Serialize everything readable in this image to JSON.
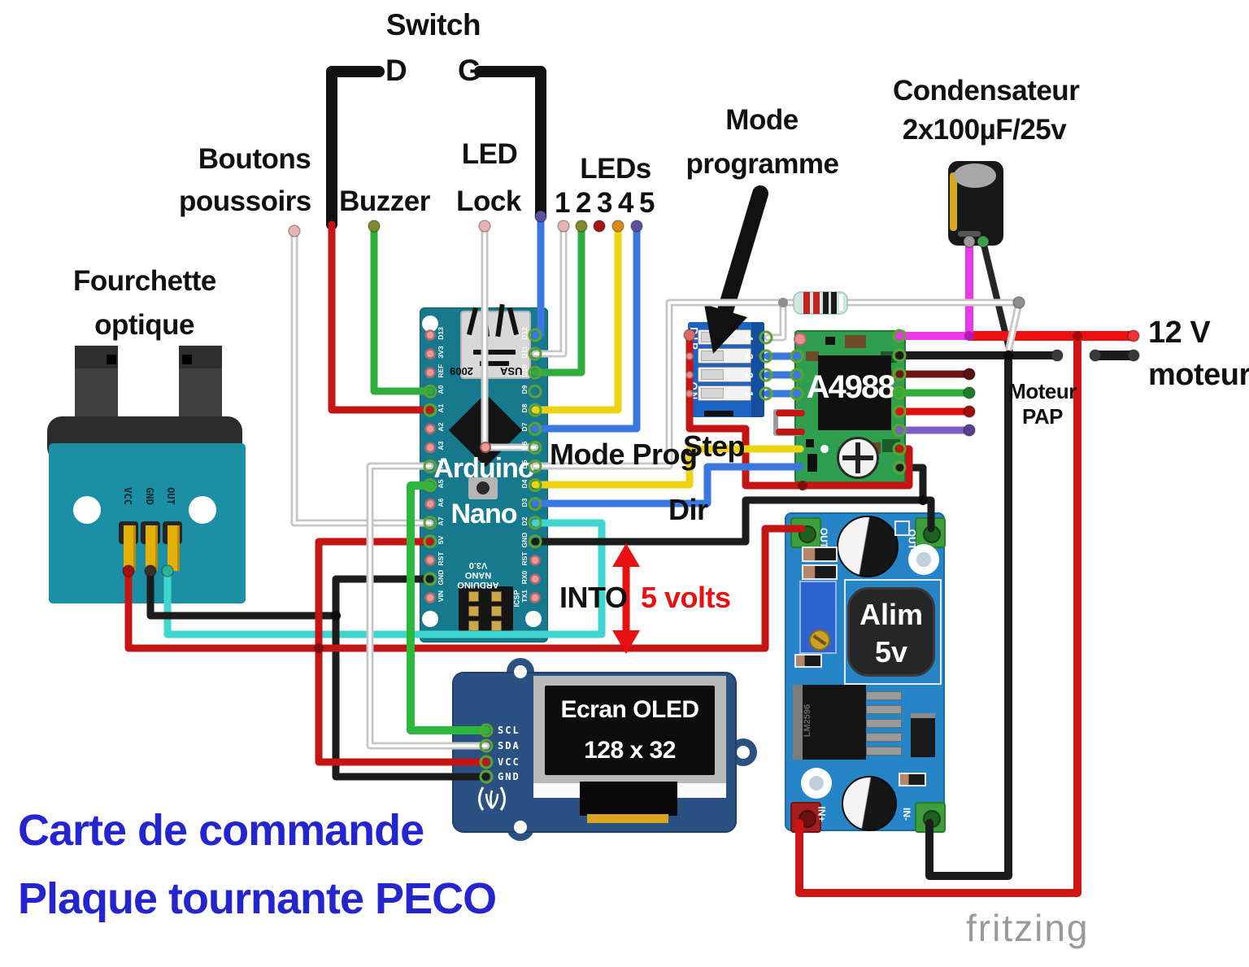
{
  "labels": {
    "switch": "Switch",
    "switch_d": "D",
    "switch_g": "G",
    "boutons": "Boutons",
    "poussoirs": "poussoirs",
    "buzzer": "Buzzer",
    "led": "LED",
    "lock": "Lock",
    "leds": "LEDs",
    "led_numbers": [
      "1",
      "2",
      "3",
      "4",
      "5"
    ],
    "mode": "Mode",
    "programme": "programme",
    "condensateur": "Condensateur",
    "condensateur_value": "2x100µF/25v",
    "fourchette": "Fourchette",
    "optique": "optique",
    "mode_prog": "Mode Prog",
    "step": "Step",
    "dir": "Dir",
    "into": "INTO",
    "five_volts": "5 volts",
    "twelve_v": "12 V",
    "moteur": "moteur",
    "moteur_pap_line1": "Moteur",
    "moteur_pap_line2": "PAP"
  },
  "arduino": {
    "name_line1": "Arduino",
    "name_line2": "Nano",
    "year": "2009",
    "usa": "USA",
    "bottom_lines": [
      "ARDUINO",
      "NANO",
      "V3.0"
    ],
    "icsp": "ICSP",
    "left_pins": [
      "D13",
      "3V3",
      "REF",
      "A0",
      "A1",
      "A2",
      "A3",
      "A4",
      "A5",
      "A6",
      "A7",
      "5V",
      "RST",
      "GND",
      "VIN"
    ],
    "right_pins": [
      "D12",
      "D11",
      "D10",
      "D9",
      "D8",
      "D7",
      "D6",
      "D5",
      "D4",
      "D3",
      "D2",
      "GND",
      "RST",
      "RX0",
      "TX1"
    ]
  },
  "dip": {
    "label": "DIP",
    "on": "ON",
    "numbers": [
      "4",
      "3",
      "2",
      "1"
    ]
  },
  "a4988": {
    "chip": "A4988"
  },
  "alim": {
    "label_line1": "Alim",
    "label_line2": "5v",
    "chip": "LM2596",
    "out_plus": "OUT+",
    "out_minus": "OUT-",
    "in_plus": "IN+",
    "in_minus": "IN-"
  },
  "oled": {
    "line1": "Ecran OLED",
    "line2": "128 x 32",
    "pins": [
      "SCL",
      "SDA",
      "VCC",
      "GND"
    ]
  },
  "sensor": {
    "pins": [
      "VCC",
      "GND",
      "OUT"
    ]
  },
  "title": {
    "line1": "Carte de commande",
    "line2": "Plaque tournante PECO"
  },
  "watermark": "fritzing",
  "colors": {
    "title_blue": "#2525cf",
    "annotation_red": "#e81111",
    "watermark_gray": "#9a9a9a",
    "wire_red": "#c41414",
    "wire_bright_red": "#ee1111",
    "wire_green": "#2fae3e",
    "wire_blue": "#3a77e0",
    "wire_cyan": "#3fd6d0",
    "wire_yellow": "#ecd313",
    "wire_magenta": "#e838e8",
    "wire_purple": "#7b5ec6",
    "wire_maroon": "#6d1515",
    "wire_gray": "#c6c6c6",
    "wire_black": "#1c1c1c",
    "board_teal": "#17798d",
    "board_green": "#2f9e4e",
    "board_blue": "#2585c7",
    "board_navy": "#2a5181",
    "dip_blue": "#1d63c4"
  }
}
